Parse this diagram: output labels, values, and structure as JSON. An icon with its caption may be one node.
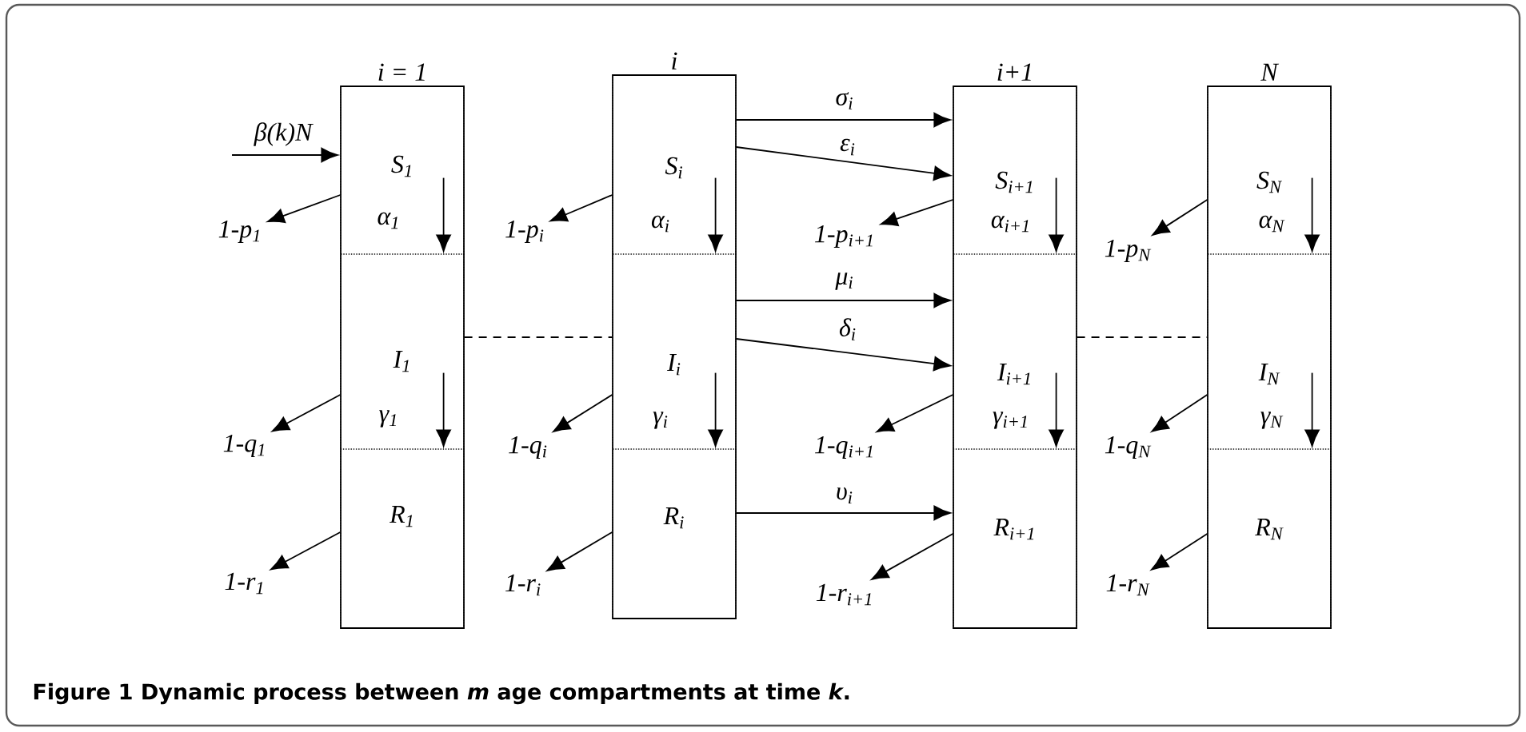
{
  "diagram": {
    "caption": "Figure 1 Dynamic process between *m* age compartments at time *k*.",
    "nodes": [
      {
        "text": [
          "i = 1"
        ]
      },
      {
        "text": [
          "S$_{1}$"
        ],
        "in": 0
      },
      {
        "text": [
          "I$_{1}$"
        ],
        "in": 0
      },
      {
        "text": [
          "R$_{1}$"
        ],
        "in": 0
      },
      {
        "text": [
          "i"
        ]
      },
      {
        "text": [
          "S$_{i}$"
        ],
        "in": 4
      },
      {
        "text": [
          "I$_{i}$"
        ],
        "in": 4
      },
      {
        "text": [
          "R$_{i}$"
        ],
        "in": 4
      },
      {
        "text": [
          "i+1"
        ]
      },
      {
        "text": [
          "S$_{i+1}$"
        ],
        "in": 8
      },
      {
        "text": [
          "I$_{i+1}$"
        ],
        "in": 8
      },
      {
        "text": [
          "R$_{i+1}$"
        ],
        "in": 8
      },
      {
        "text": [
          "N"
        ]
      },
      {
        "text": [
          "S$_{N}$"
        ],
        "in": 12
      },
      {
        "text": [
          "I$_{N}$"
        ],
        "in": 12
      },
      {
        "text": [
          "R$_{N}$"
        ],
        "in": 12
      },
      {
        "text": [
          "1-p$_{1}$"
        ]
      },
      {
        "text": [
          "1-q$_{1}$"
        ]
      },
      {
        "text": [
          "1-r$_{1}$"
        ]
      },
      {
        "text": [
          "1-p$_{i}$"
        ]
      },
      {
        "text": [
          "1-q$_{i}$"
        ]
      },
      {
        "text": [
          "1-r$_{i}$"
        ]
      },
      {
        "text": [
          "1-p$_{i+1}$"
        ]
      },
      {
        "text": [
          "1-q$_{i+1}$"
        ]
      },
      {
        "text": [
          "1-r$_{i+1}$"
        ]
      },
      {
        "text": [
          "1-p$_{N}$"
        ]
      },
      {
        "text": [
          "1-q$_{N}$"
        ]
      },
      {
        "text": [
          "1-r$_{N}$"
        ]
      }
    ],
    "edges": [
      {
        "from": null,
        "to": 1,
        "arrow": "to",
        "label": "β(k)N"
      },
      {
        "from": 1,
        "to": 2,
        "arrow": "to",
        "label": "α$_{1}$"
      },
      {
        "from": 2,
        "to": 3,
        "arrow": "to",
        "label": "γ$_{1}$"
      },
      {
        "from": 1,
        "to": 16,
        "arrow": "to"
      },
      {
        "from": 2,
        "to": 17,
        "arrow": "to"
      },
      {
        "from": 3,
        "to": 18,
        "arrow": "to"
      },
      {
        "from": 2,
        "to": 6,
        "arrow": "none",
        "style": "dashed"
      },
      {
        "from": 5,
        "to": 6,
        "arrow": "to",
        "label": "α$_{i}$"
      },
      {
        "from": 6,
        "to": 7,
        "arrow": "to",
        "label": "γ$_{i}$"
      },
      {
        "from": 5,
        "to": 19,
        "arrow": "to"
      },
      {
        "from": 6,
        "to": 20,
        "arrow": "to"
      },
      {
        "from": 7,
        "to": 21,
        "arrow": "to"
      },
      {
        "from": 5,
        "to": 9,
        "arrow": "to",
        "label": "σ$_{i}$"
      },
      {
        "from": 5,
        "to": 9,
        "arrow": "to",
        "label": "ε$_{i}$"
      },
      {
        "from": 6,
        "to": 10,
        "arrow": "to",
        "label": "μ$_{i}$"
      },
      {
        "from": 6,
        "to": 10,
        "arrow": "to",
        "label": "δ$_{i}$"
      },
      {
        "from": 7,
        "to": 11,
        "arrow": "to",
        "label": "υ$_{i}$"
      },
      {
        "from": 9,
        "to": 10,
        "arrow": "to",
        "label": "α$_{i+1}$"
      },
      {
        "from": 10,
        "to": 11,
        "arrow": "to",
        "label": "γ$_{i+1}$"
      },
      {
        "from": 9,
        "to": 22,
        "arrow": "to"
      },
      {
        "from": 10,
        "to": 23,
        "arrow": "to"
      },
      {
        "from": 11,
        "to": 24,
        "arrow": "to"
      },
      {
        "from": 10,
        "to": 14,
        "arrow": "none",
        "style": "dashed"
      },
      {
        "from": 13,
        "to": 14,
        "arrow": "to",
        "label": "α$_{N}$"
      },
      {
        "from": 14,
        "to": 15,
        "arrow": "to",
        "label": "γ$_{N}$"
      },
      {
        "from": 13,
        "to": 25,
        "arrow": "to"
      },
      {
        "from": 14,
        "to": 26,
        "arrow": "to"
      },
      {
        "from": 15,
        "to": 27,
        "arrow": "to"
      }
    ]
  }
}
